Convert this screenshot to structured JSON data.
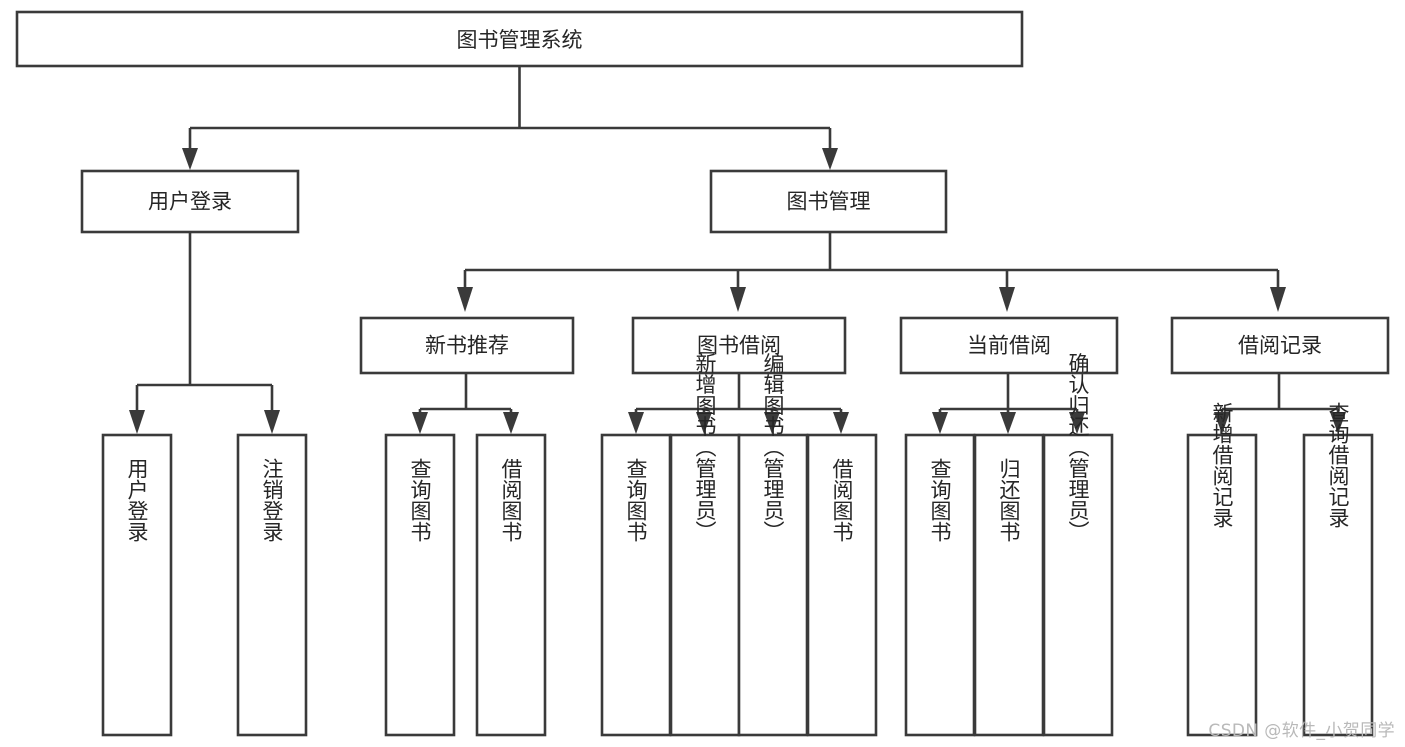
{
  "diagram": {
    "title": "图书管理系统",
    "type": "tree",
    "root": {
      "label": "图书管理系统"
    },
    "level2": [
      {
        "label": "用户登录"
      },
      {
        "label": "图书管理"
      }
    ],
    "level3": [
      {
        "label": "新书推荐"
      },
      {
        "label": "图书借阅"
      },
      {
        "label": "当前借阅"
      },
      {
        "label": "借阅记录"
      }
    ],
    "leaves": {
      "user_login": [
        {
          "label": "用户登录"
        },
        {
          "label": "注销登录"
        }
      ],
      "new_book_recommend": [
        {
          "label": "查询图书"
        },
        {
          "label": "借阅图书"
        }
      ],
      "book_borrow": [
        {
          "label": "查询图书"
        },
        {
          "label": "新增图书（管理员）"
        },
        {
          "label": "编辑图书（管理员）"
        },
        {
          "label": "借阅图书"
        }
      ],
      "current_borrow": [
        {
          "label": "查询图书"
        },
        {
          "label": "归还图书"
        },
        {
          "label": "确认归还（管理员）"
        }
      ],
      "borrow_record": [
        {
          "label": "新增借阅记录"
        },
        {
          "label": "查询借阅记录"
        }
      ]
    }
  },
  "watermark": {
    "text": "CSDN @软件_小贺同学"
  },
  "colors": {
    "stroke": "#3a3a3a",
    "fill": "#ffffff",
    "text": "#262626",
    "watermark": "#b9b9b9"
  }
}
